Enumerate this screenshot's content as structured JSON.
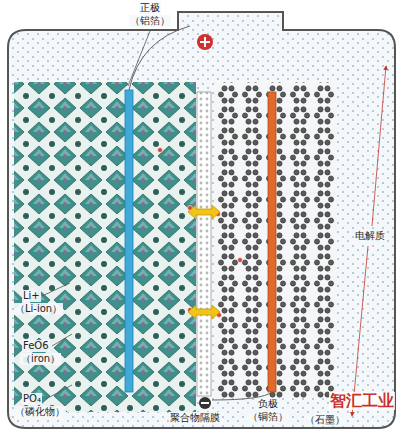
{
  "diagram": {
    "labels": [
      "正极",
      "（铝箔）",
      "电解质",
      "Li+",
      "（Li-ion）",
      "FeO6",
      "（iron）",
      "PO₄",
      "（磷化物）",
      "聚合物隔膜",
      "负极",
      "（铜箔）",
      "（石墨）",
      "智汇工业"
    ]
  }
}
